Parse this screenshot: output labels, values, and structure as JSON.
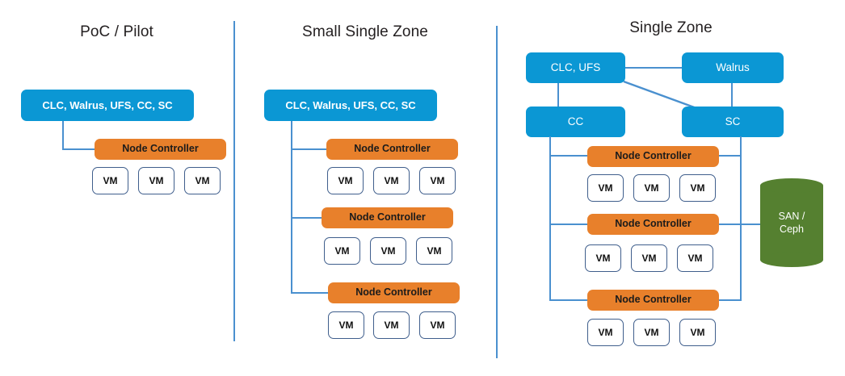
{
  "diagram": {
    "title_font_color": "#231f20",
    "palette": {
      "blue": "#0b97d4",
      "orange": "#e8802b",
      "green": "#558030",
      "connector": "#4a90cf",
      "vm_border": "#3f5e8c",
      "background": "#ffffff"
    },
    "panels": [
      {
        "id": "poc-pilot",
        "title": "PoC / Pilot",
        "controller_label": "CLC, Walrus, UFS, CC, SC",
        "rows": [
          {
            "node_label": "Node Controller",
            "vms": [
              "VM",
              "VM",
              "VM"
            ]
          }
        ]
      },
      {
        "id": "small-single-zone",
        "title": "Small Single Zone",
        "controller_label": "CLC, Walrus, UFS, CC, SC",
        "rows": [
          {
            "node_label": "Node Controller",
            "vms": [
              "VM",
              "VM",
              "VM"
            ]
          },
          {
            "node_label": "Node Controller",
            "vms": [
              "VM",
              "VM",
              "VM"
            ]
          },
          {
            "node_label": "Node Controller",
            "vms": [
              "VM",
              "VM",
              "VM"
            ]
          }
        ]
      },
      {
        "id": "single-zone",
        "title": "Single Zone",
        "services": [
          {
            "id": "clc-ufs",
            "label": "CLC, UFS"
          },
          {
            "id": "walrus",
            "label": "Walrus"
          },
          {
            "id": "cc",
            "label": "CC"
          },
          {
            "id": "sc",
            "label": "SC"
          }
        ],
        "storage": {
          "id": "san-ceph",
          "label": "SAN /\nCeph"
        },
        "rows": [
          {
            "node_label": "Node Controller",
            "vms": [
              "VM",
              "VM",
              "VM"
            ]
          },
          {
            "node_label": "Node Controller",
            "vms": [
              "VM",
              "VM",
              "VM"
            ]
          },
          {
            "node_label": "Node Controller",
            "vms": [
              "VM",
              "VM",
              "VM"
            ]
          }
        ]
      }
    ]
  }
}
